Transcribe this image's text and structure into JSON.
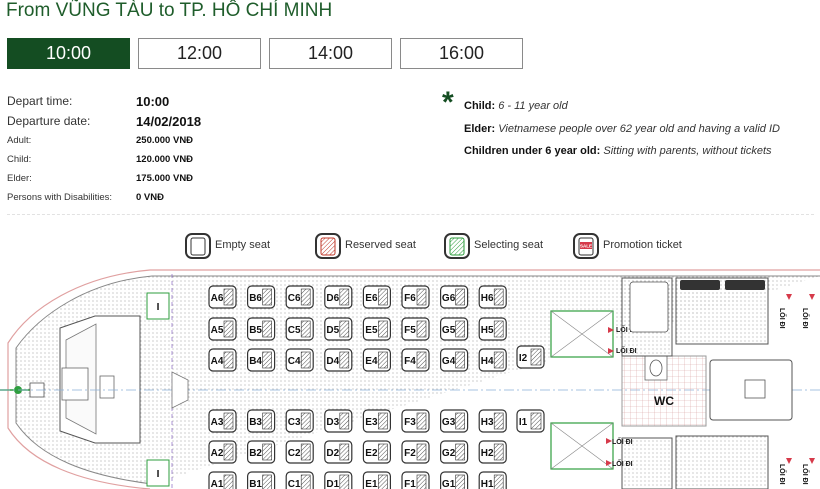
{
  "route": {
    "title": "From VŨNG TÀU to TP. HỒ CHÍ MINH"
  },
  "time_tabs": [
    {
      "label": "10:00",
      "active": true
    },
    {
      "label": "12:00",
      "active": false
    },
    {
      "label": "14:00",
      "active": false
    },
    {
      "label": "16:00",
      "active": false
    }
  ],
  "trip": {
    "depart_time_label": "Depart time:",
    "depart_time": "10:00",
    "departure_date_label": "Departure date:",
    "departure_date": "14/02/2018",
    "adult_label": "Adult:",
    "adult_price": "250.000 VNĐ",
    "child_label": "Child:",
    "child_price": "120.000 VNĐ",
    "elder_label": "Elder:",
    "elder_price": "175.000 VNĐ",
    "disabled_label": "Persons with Disabilities:",
    "disabled_price": "0 VNĐ"
  },
  "notes": {
    "child_label": "Child:",
    "child_text": "6 - 11 year old",
    "elder_label": "Elder:",
    "elder_text": "Vietnamese people over 62 year old and having a valid ID",
    "under6_label": "Children under 6 year old:",
    "under6_text": "Sitting with parents, without tickets"
  },
  "legend": {
    "empty": "Empty seat",
    "reserved": "Reserved seat",
    "selecting": "Selecting seat",
    "promotion": "Promotion ticket",
    "promo_badge": "SALE"
  },
  "colors": {
    "brand": "#144d22",
    "reserved": "#c0392b",
    "selecting": "#2e9e3e",
    "promo": "#d63a4a"
  },
  "deck": {
    "wc_label": "WC",
    "exit_label": "LỐI ĐI",
    "exit_label_vertical": "LỐI ĐI",
    "side_seat_label": "I",
    "columns": [
      "A",
      "B",
      "C",
      "D",
      "E",
      "F",
      "G",
      "H"
    ],
    "top_rows": [
      "6",
      "5",
      "4"
    ],
    "bottom_rows": [
      "3",
      "2",
      "1"
    ],
    "extra_seats": [
      "I2",
      "I1"
    ]
  }
}
